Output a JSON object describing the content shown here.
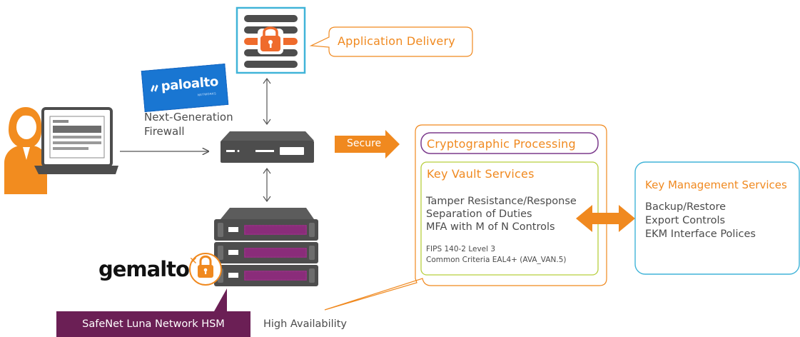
{
  "diagram": {
    "callouts": {
      "application_delivery": "Application Delivery",
      "secure": "Secure",
      "cryptographic_processing": "Cryptographic Processing",
      "key_vault_services": "Key Vault Services",
      "key_management_services": "Key Management Services"
    },
    "firewall_label": [
      "Next-Generation",
      "Firewall"
    ],
    "key_vault_items": [
      "Tamper Resistance/Response",
      "Separation of Duties",
      "MFA with M of N Controls"
    ],
    "key_vault_certs": [
      "FIPS 140-2 Level 3",
      "Common Criteria EAL4+ (AVA_VAN.5)"
    ],
    "kms_items": [
      "Backup/Restore",
      "Export Controls",
      "EKM Interface Polices"
    ],
    "hsm_label": "SafeNet Luna Network HSM",
    "high_availability": "High Availability",
    "logos": {
      "paloalto": "paloalto",
      "paloalto_sub": "NETWORKS",
      "gemalto": "gemalto"
    }
  },
  "colors": {
    "orange": "#f0891f",
    "purple_tag": "#6b1f55",
    "cyan_border": "#40b4d8",
    "green_border": "#b8cf3e",
    "purple_border": "#7b3a8c",
    "device_gray": "#4d4d4d",
    "hsm_purple": "#8a2c7a"
  },
  "icons": [
    "user-at-laptop-icon",
    "server-lock-icon",
    "firewall-appliance-icon",
    "hsm-stack-icon",
    "padlock-icon",
    "paloalto-logo",
    "gemalto-logo"
  ]
}
